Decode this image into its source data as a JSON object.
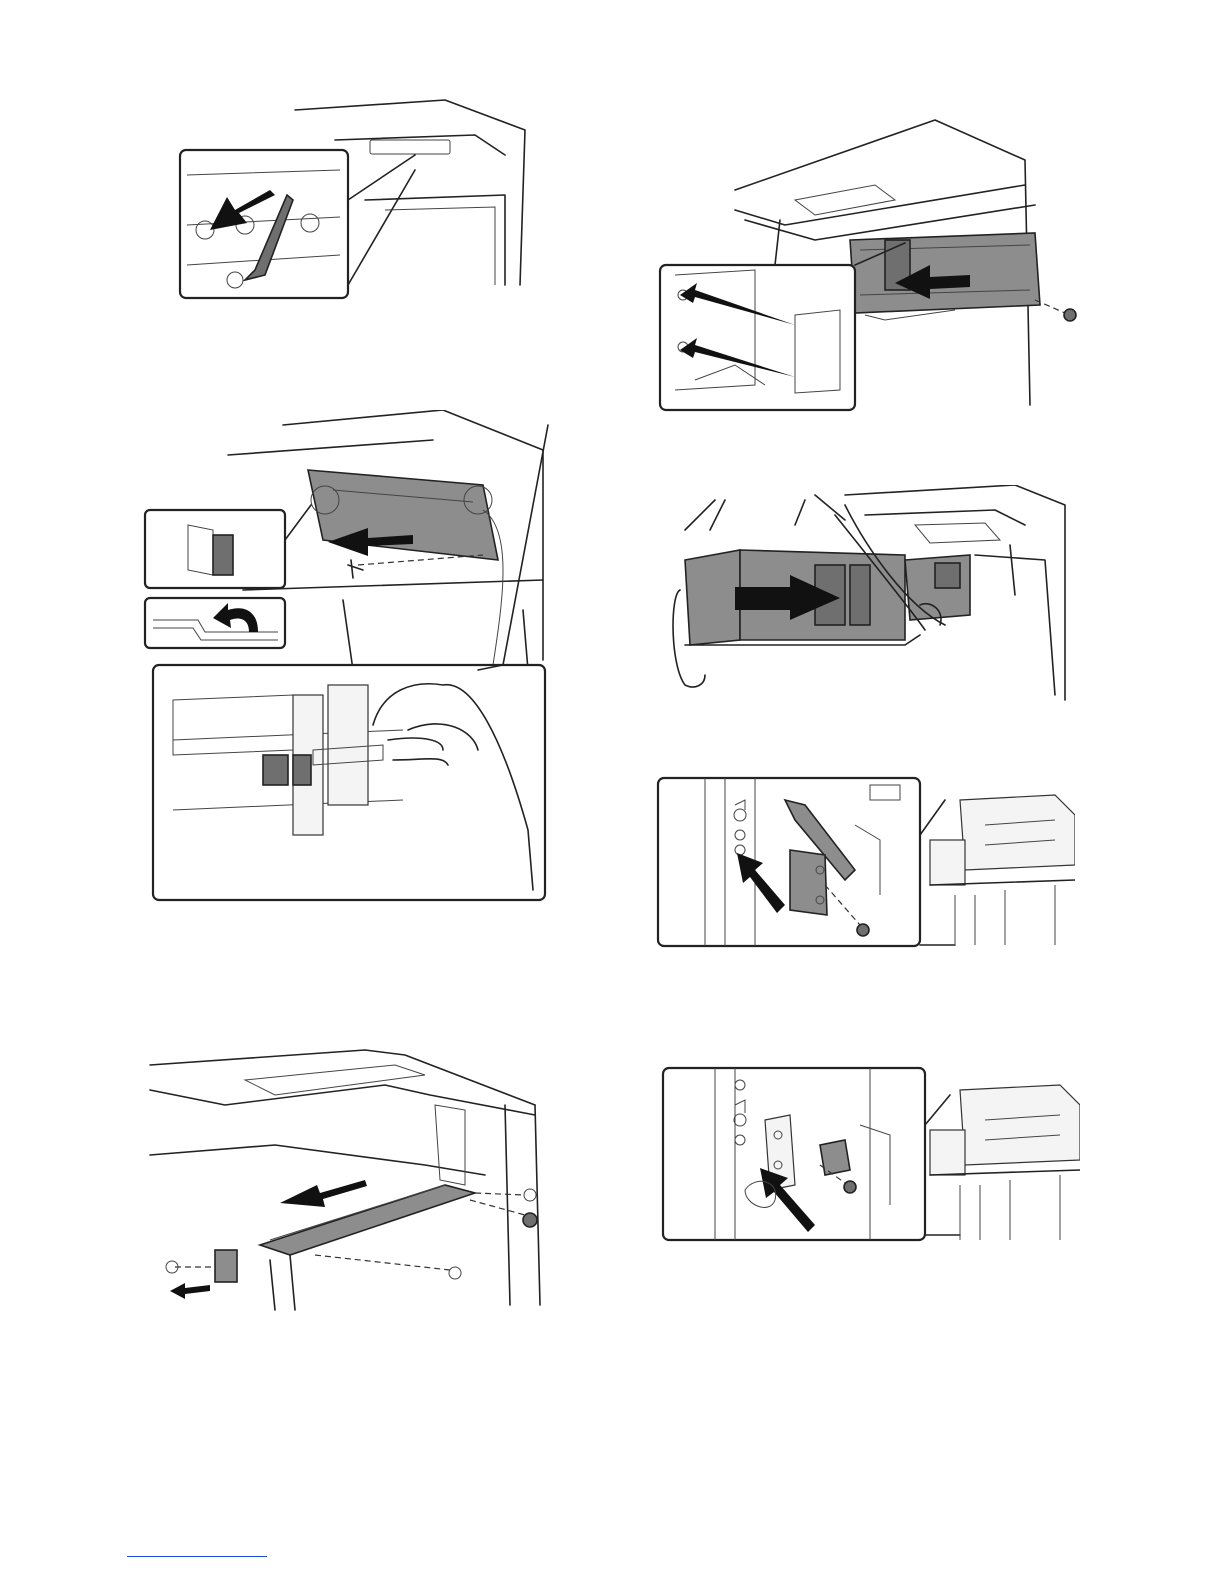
{
  "page": {
    "footer_rule_color": "#1a4fd6"
  },
  "figures": [
    {
      "id": "fig-1",
      "icon": "stand-lever-icon"
    },
    {
      "id": "fig-2",
      "icon": "rail-unit-icon"
    },
    {
      "id": "fig-3",
      "icon": "side-plate-icon"
    },
    {
      "id": "fig-4",
      "icon": "finisher-slide-icon"
    },
    {
      "id": "fig-5",
      "icon": "bottom-cover-icon"
    },
    {
      "id": "fig-6",
      "icon": "bracket-icon"
    },
    {
      "id": "fig-7",
      "icon": "latch-icon"
    }
  ]
}
